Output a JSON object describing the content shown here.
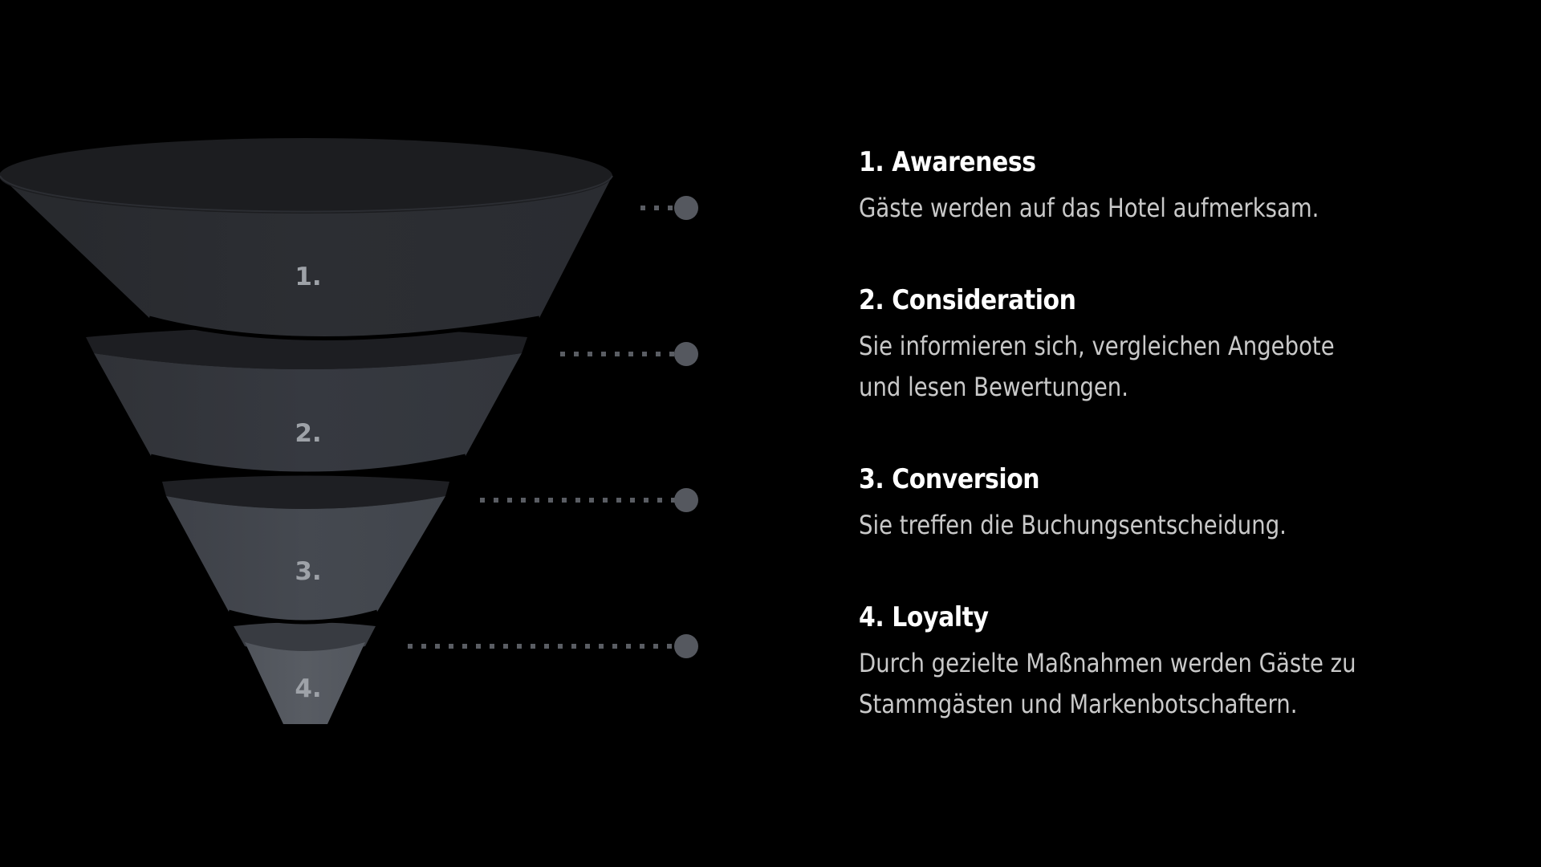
{
  "funnel": {
    "stages": [
      {
        "label": "1.",
        "color_top": "#1b1c1f",
        "color_body": "#2b2d32"
      },
      {
        "label": "2.",
        "color_ring": "#1e1f23",
        "color_body": "#34373d"
      },
      {
        "label": "3.",
        "color_ring": "#1f2024",
        "color_body": "#42464d"
      },
      {
        "label": "4.",
        "color_ring": "#373a40",
        "color_body": "#555960"
      }
    ],
    "connector_color": "#5a5d63"
  },
  "stages": [
    {
      "title": "1. Awareness",
      "lines": [
        "Gäste werden auf das Hotel aufmerksam."
      ]
    },
    {
      "title": "2. Consideration",
      "lines": [
        "Sie informieren sich, vergleichen Angebote",
        "und lesen Bewertungen."
      ]
    },
    {
      "title": "3. Conversion",
      "lines": [
        "Sie treffen die Buchungsentscheidung."
      ]
    },
    {
      "title": "4. Loyalty",
      "lines": [
        "Durch gezielte Maßnahmen werden Gäste zu",
        "Stammgästen und Markenbotschaftern."
      ]
    }
  ]
}
